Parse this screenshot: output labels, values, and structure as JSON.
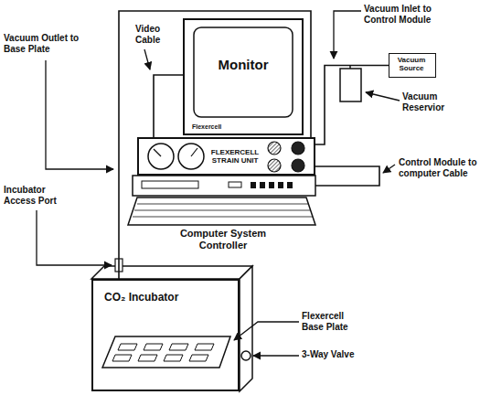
{
  "diagram": {
    "nodes": [
      {
        "text": [
          "Monitor",
          "Flexercell"
        ]
      },
      {
        "text": [
          "Vacuum Source"
        ]
      },
      {
        "text": [
          "FLEXERCELL STRAIN UNIT"
        ]
      },
      {
        "text": [
          "Computer System Controller"
        ]
      },
      {
        "text": [
          "CO₂ Incubator"
        ]
      }
    ],
    "edges": [
      {
        "from": 1,
        "to": 2,
        "arrow": "none"
      },
      {
        "from": 2,
        "to": 4,
        "arrow": "none"
      },
      {
        "from": 2,
        "to": 0,
        "arrow": "none"
      },
      {
        "from": 3,
        "to": 2,
        "arrow": "none"
      }
    ],
    "labels": [
      "Vacuum Inlet to Control Module",
      "Video Cable",
      "Vacuum Outlet to Base Plate",
      "Vacuum Reservior",
      "Control Module to computer Cable",
      "Incubator Access Port",
      "Flexercell Base Plate",
      "3-Way Valve"
    ]
  }
}
